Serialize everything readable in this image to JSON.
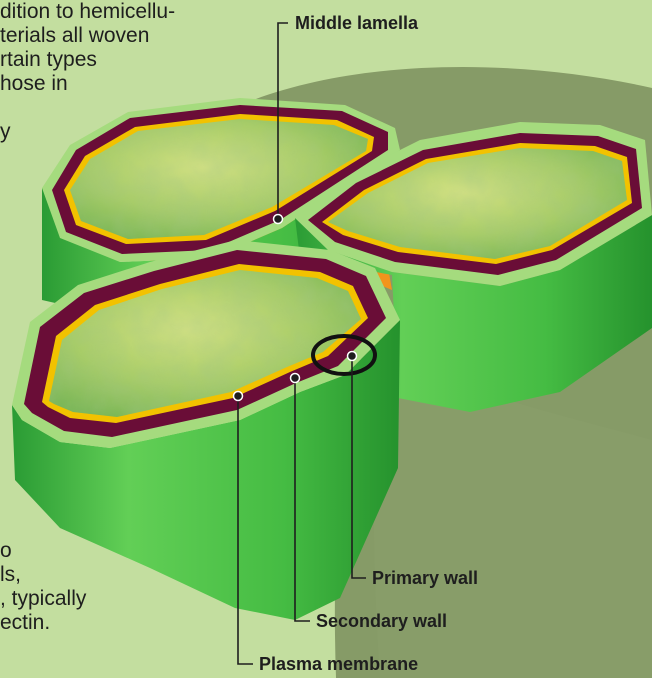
{
  "top_snippet": {
    "lines": [
      "dition to hemicellu-",
      "terials all woven",
      "rtain types",
      "hose in",
      "y"
    ]
  },
  "bottom_snippet": {
    "lines": [
      "o",
      "ls,",
      ", typically",
      "ectin."
    ]
  },
  "labels": {
    "middle_lamella": "Middle lamella",
    "primary_wall": "Primary wall",
    "secondary_wall": "Secondary wall",
    "plasma_membrane": "Plasma membrane"
  },
  "colors": {
    "background": "#c3de9f",
    "cell_side": "#3fb53f",
    "outer_rim": "#a5db7e",
    "primary_wall": "#6a0d37",
    "secondary_wall": "#f2c200",
    "middle_lamella": "#f2941c",
    "cytoplasm": "#a9cc62",
    "zoom_shading": "#7f9461",
    "callout_ring": "#111111"
  }
}
